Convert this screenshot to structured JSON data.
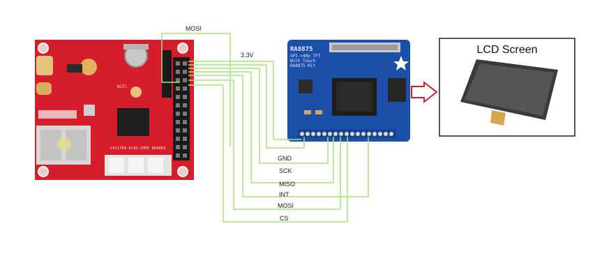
{
  "wires": {
    "mosi_top": "MOSI",
    "v33": "3.3V",
    "gnd": "GND",
    "sck": "SCK",
    "miso": "MISO",
    "int": "INT",
    "mosi": "MOSI",
    "cs": "CS"
  },
  "lcd": {
    "title": "LCD Screen"
  },
  "controller_board": {
    "chip_label": "RA8875",
    "silk_lines": [
      "SPI->40p TFT",
      "With Touch",
      "RA8875 Kit"
    ]
  },
  "mcu_board": {
    "silk_text": "LPC1768 6/8S CMPE BOARD3",
    "wifi_text": "WiFi"
  },
  "colors": {
    "wire": "#a6e37a",
    "red_board": "#d61d2b",
    "blue_board": "#1b4fa8",
    "arrow": "#d61d2b"
  },
  "icons": {
    "arrow": "right-arrow-icon"
  }
}
